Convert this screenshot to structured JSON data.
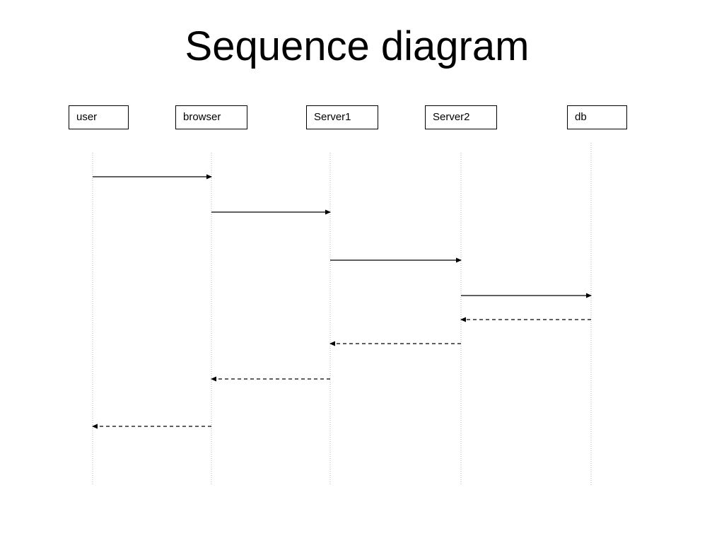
{
  "title": "Sequence diagram",
  "participants": [
    {
      "id": "user",
      "label": "user"
    },
    {
      "id": "browser",
      "label": "browser"
    },
    {
      "id": "server1",
      "label": "Server1"
    },
    {
      "id": "server2",
      "label": "Server2"
    },
    {
      "id": "db",
      "label": "db"
    }
  ],
  "messages": [
    {
      "from": "user",
      "to": "browser",
      "kind": "call"
    },
    {
      "from": "browser",
      "to": "server1",
      "kind": "call"
    },
    {
      "from": "server1",
      "to": "server2",
      "kind": "call"
    },
    {
      "from": "server2",
      "to": "db",
      "kind": "call"
    },
    {
      "from": "db",
      "to": "server2",
      "kind": "return"
    },
    {
      "from": "server2",
      "to": "server1",
      "kind": "return"
    },
    {
      "from": "server1",
      "to": "browser",
      "kind": "return"
    },
    {
      "from": "browser",
      "to": "user",
      "kind": "return"
    }
  ]
}
